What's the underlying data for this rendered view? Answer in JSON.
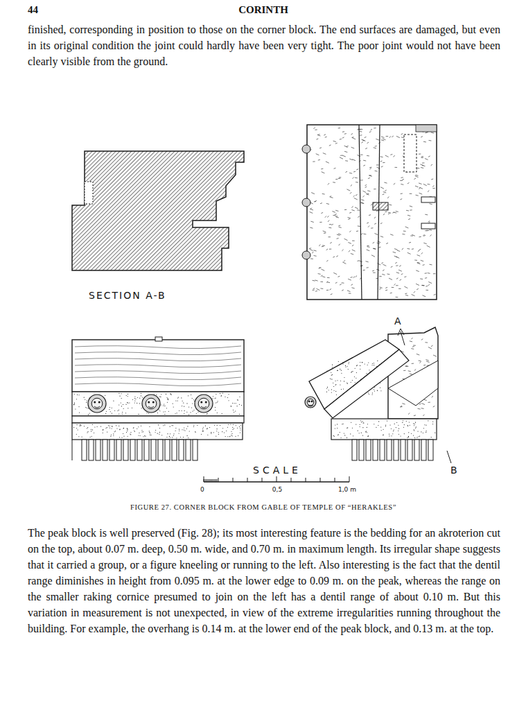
{
  "diagram": {
    "caption": "FIGURE 27. CORNER BLOCK FROM GABLE OF TEMPLE OF “HERAKLES”",
    "labels": [
      "44",
      "CORINTH",
      "finished, corresponding in position to those on the corner block. The end surfaces are damaged, but even in its original condition the joint could hardly have been very tight. The poor joint would not have been clearly visible from the ground.",
      "SECTION A-B",
      "A",
      "B",
      "SCALE",
      "0",
      "0,5",
      "1,0 m",
      "The peak block is well preserved (Fig. 28); its most interesting feature is the bedding for an akroterion cut on the top, about 0.07 m. deep, 0.50 m. wide, and 0.70 m. in maximum length. Its irregular shape suggests that it carried a group, or a figure kneeling or running to the left. Also interesting is the fact that the dentil range diminishes in height from 0.095 m. at the lower edge to 0.09 m. on the peak, whereas the range on the smaller raking cornice presumed to join on the left has a dentil range of about 0.10 m. But this variation in measurement is not unexpected, in view of the extreme irregularities running throughout the building. For example, the overhang is 0.14 m. at the lower end of the peak block, and 0.13 m. at the top."
    ]
  }
}
